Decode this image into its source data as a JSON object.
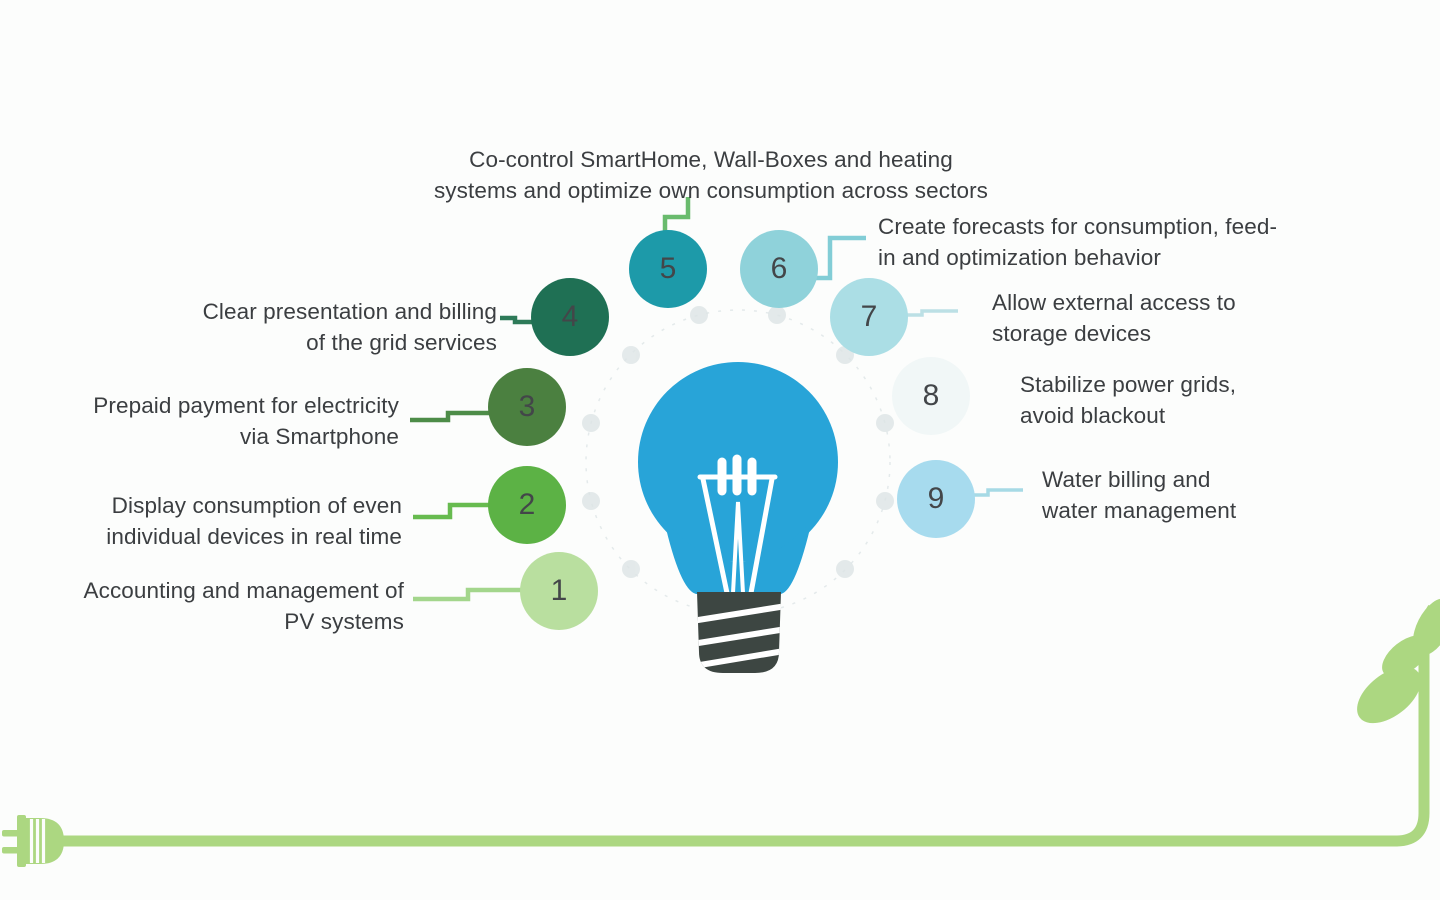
{
  "figure": {
    "type": "infographic-diagram",
    "center_icon": "lightbulb-icon",
    "bottom_left_icon": "power-plug-icon",
    "bottom_right_icon": "plant-sprout-icon"
  },
  "items": [
    {
      "number": "1",
      "label": "Accounting and management of\nPV systems",
      "color": "#b9df9f",
      "connector_color": "#a3d68c"
    },
    {
      "number": "2",
      "label": "Display consumption of even\nindividual devices in real time",
      "color": "#5cb245",
      "connector_color": "#67bb4f"
    },
    {
      "number": "3",
      "label": "Prepaid payment for electricity\nvia Smartphone",
      "color": "#4b8040",
      "connector_color": "#4d8c48"
    },
    {
      "number": "4",
      "label": "Clear presentation and billing\nof the grid services",
      "color": "#1f7054",
      "connector_color": "#2d7a58"
    },
    {
      "number": "5",
      "label": "Co-control SmartHome, Wall-Boxes and heating\nsystems and optimize own consumption across sectors",
      "color": "#1d9aa9",
      "connector_color": "#69bb6d"
    },
    {
      "number": "6",
      "label": "Create forecasts for consumption, feed-\nin and optimization behavior",
      "color": "#8fd2da",
      "connector_color": "#82cdd6"
    },
    {
      "number": "7",
      "label": "Allow external access to\nstorage devices",
      "color": "#abdee5",
      "connector_color": "#bce0e5"
    },
    {
      "number": "8",
      "label": "Stabilize power grids,\navoid blackout",
      "color": "#f1f7f7",
      "connector_color": ""
    },
    {
      "number": "9",
      "label": "Water billing and\nwater management",
      "color": "#a7dbee",
      "connector_color": "#a6dae5"
    }
  ],
  "colors": {
    "background": "#fcfdfc",
    "bulb": "#28a4d8",
    "bulb_base": "#3d4642",
    "filament": "#ffffff",
    "cord_green": "#acd781",
    "text": "#3b3e41",
    "number_text": "#434649",
    "ring_dots": "#dde5e6"
  }
}
